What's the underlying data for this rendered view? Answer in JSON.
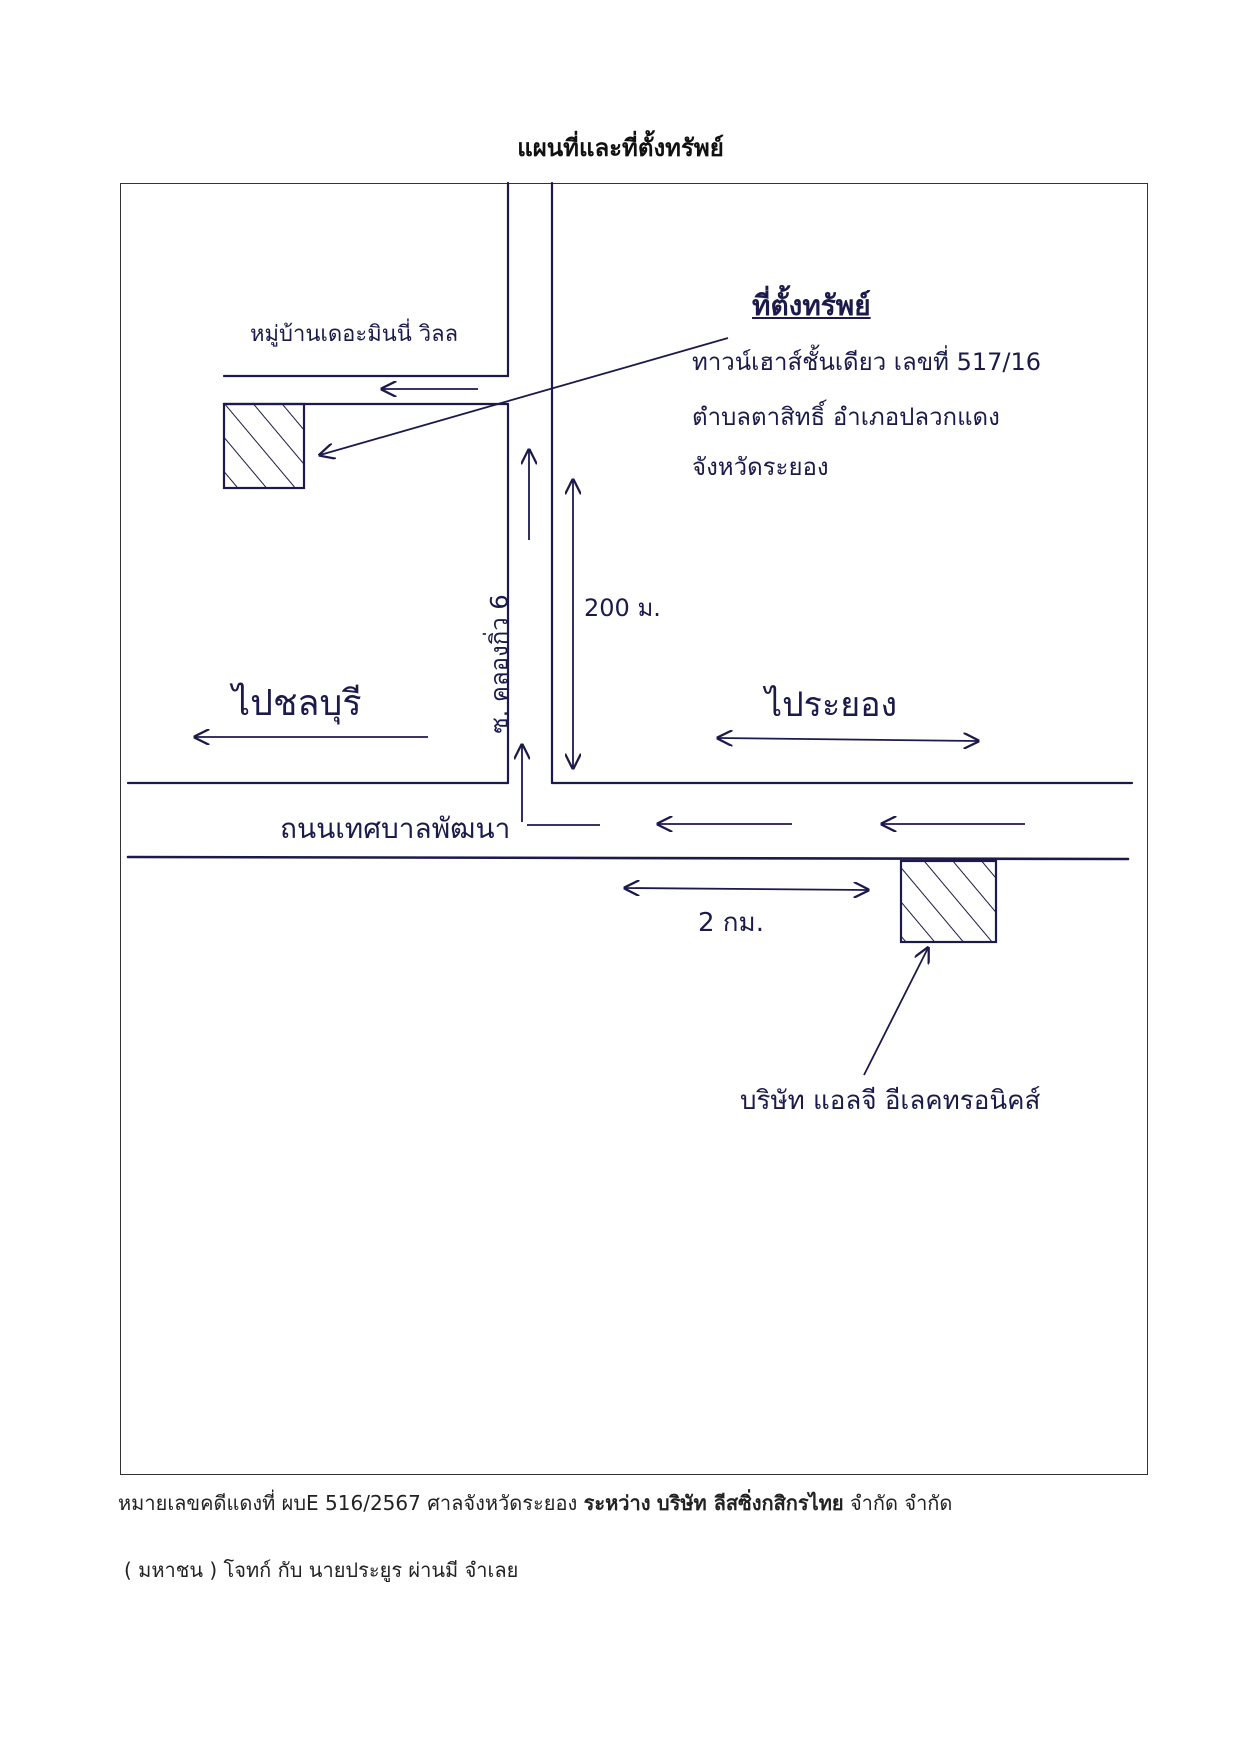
{
  "title": "แผนที่และที่ตั้งทรัพย์",
  "map": {
    "property_header": "ที่ตั้งทรัพย์",
    "property_address": [
      "ทาวน์เฮาส์ชั้นเดียว เลขที่ 517/16",
      "ตำบลตาสิทธิ์ อำเภอปลวกแดง",
      "จังหวัดระยอง"
    ],
    "village_label": "หมู่บ้านเดอะมินนี่ วิลล",
    "soi_label": "ซ. คลองกิ่ว 6",
    "soi_distance": "200 ม.",
    "to_chonburi": "ไปชลบุรี",
    "to_rayong": "ไประยอง",
    "main_road": "ถนนเทศบาลพัฒนา",
    "company_distance": "2 กม.",
    "company_label": "บริษัท แอลจี อีเลคทรอนิคส์",
    "ink_color": "#1b1a4a"
  },
  "caption": {
    "line1_prefix": "หมายเลขคดีแดงที่ ผบE 516/2567 ศาลจังหวัดระยอง",
    "line1_between": "ระหว่าง",
    "line1_plaintiff": "บริษัท ลีสซิ่งกสิกรไทย",
    "line1_suffix": "จำกัด จำกัด",
    "line2": "( มหาชน ) โจทก์ กับ นายประยูร ผ่านมี จำเลย"
  }
}
